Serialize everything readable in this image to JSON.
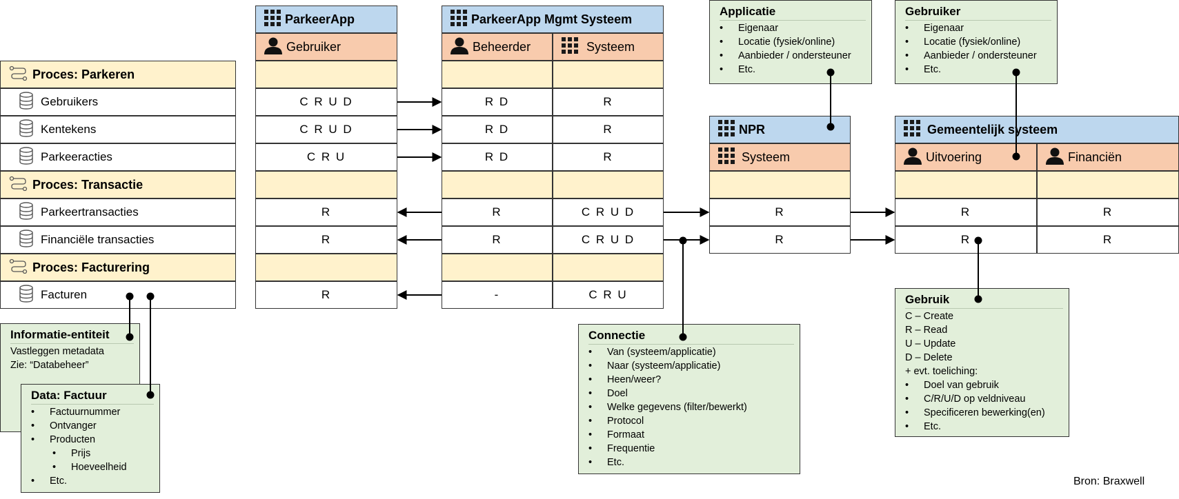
{
  "left_table": {
    "process_parkeren": "Proces: Parkeren",
    "gebruikers": "Gebruikers",
    "kentekens": "Kentekens",
    "parkeeracties": "Parkeeracties",
    "process_transactie": "Proces: Transactie",
    "parkeertransacties": "Parkeertransacties",
    "financiele_transacties": "Financiële transacties",
    "process_facturering": "Proces: Facturering",
    "facturen": "Facturen"
  },
  "parkeerapp": {
    "title": "ParkeerApp",
    "role": "Gebruiker",
    "rows": [
      "C R U D",
      "C R U D",
      "C R U",
      "R",
      "R",
      "R"
    ]
  },
  "mgmt": {
    "title": "ParkeerApp Mgmt Systeem",
    "role_beheerder": "Beheerder",
    "role_systeem": "Systeem",
    "beheerder_rows": [
      "R D",
      "R D",
      "R D",
      "R",
      "R",
      "-"
    ],
    "systeem_rows": [
      "R",
      "R",
      "R",
      "C R U D",
      "C R U D",
      "C R U"
    ]
  },
  "npr": {
    "title": "NPR",
    "role": "Systeem",
    "rows": [
      "R",
      "R"
    ]
  },
  "gemeente": {
    "title": "Gemeentelijk systeem",
    "role_uitvoering": "Uitvoering",
    "role_financien": "Financiën",
    "uitvoering_rows": [
      "R",
      "R"
    ],
    "financien_rows": [
      "R",
      "R"
    ]
  },
  "notes": {
    "applicatie": {
      "title": "Applicatie",
      "items": [
        "Eigenaar",
        "Locatie (fysiek/online)",
        "Aanbieder / ondersteuner",
        "Etc."
      ]
    },
    "gebruiker": {
      "title": "Gebruiker",
      "items": [
        "Eigenaar",
        "Locatie (fysiek/online)",
        "Aanbieder / ondersteuner",
        "Etc."
      ]
    },
    "informatie_entiteit": {
      "title": "Informatie-entiteit",
      "line1": "Vastleggen metadata",
      "line2": "Zie: “Databeheer”"
    },
    "data_factuur": {
      "title": "Data: Factuur",
      "item1": "Factuurnummer",
      "item2": "Ontvanger",
      "item3": "Producten",
      "sub1": "Prijs",
      "sub2": "Hoeveelheid",
      "item4": "Etc."
    },
    "connectie": {
      "title": "Connectie",
      "items": [
        "Van (systeem/applicatie)",
        "Naar (systeem/applicatie)",
        "Heen/weer?",
        "Doel",
        "Welke gegevens (filter/bewerkt)",
        "Protocol",
        "Formaat",
        "Frequentie",
        "Etc."
      ]
    },
    "gebruik": {
      "title": "Gebruik",
      "lines": [
        "C – Create",
        "R – Read",
        "U – Update",
        "D – Delete",
        "+ evt. toeliching:"
      ],
      "items": [
        "Doel van gebruik",
        "C/R/U/D op veldniveau",
        "Specificeren bewerking(en)",
        "Etc."
      ]
    }
  },
  "source": "Bron: Braxwell",
  "colors": {
    "system_header": "#bdd7ee",
    "role_header": "#f8cbad",
    "process_row": "#fff2cc",
    "note_background": "#e2efda"
  }
}
